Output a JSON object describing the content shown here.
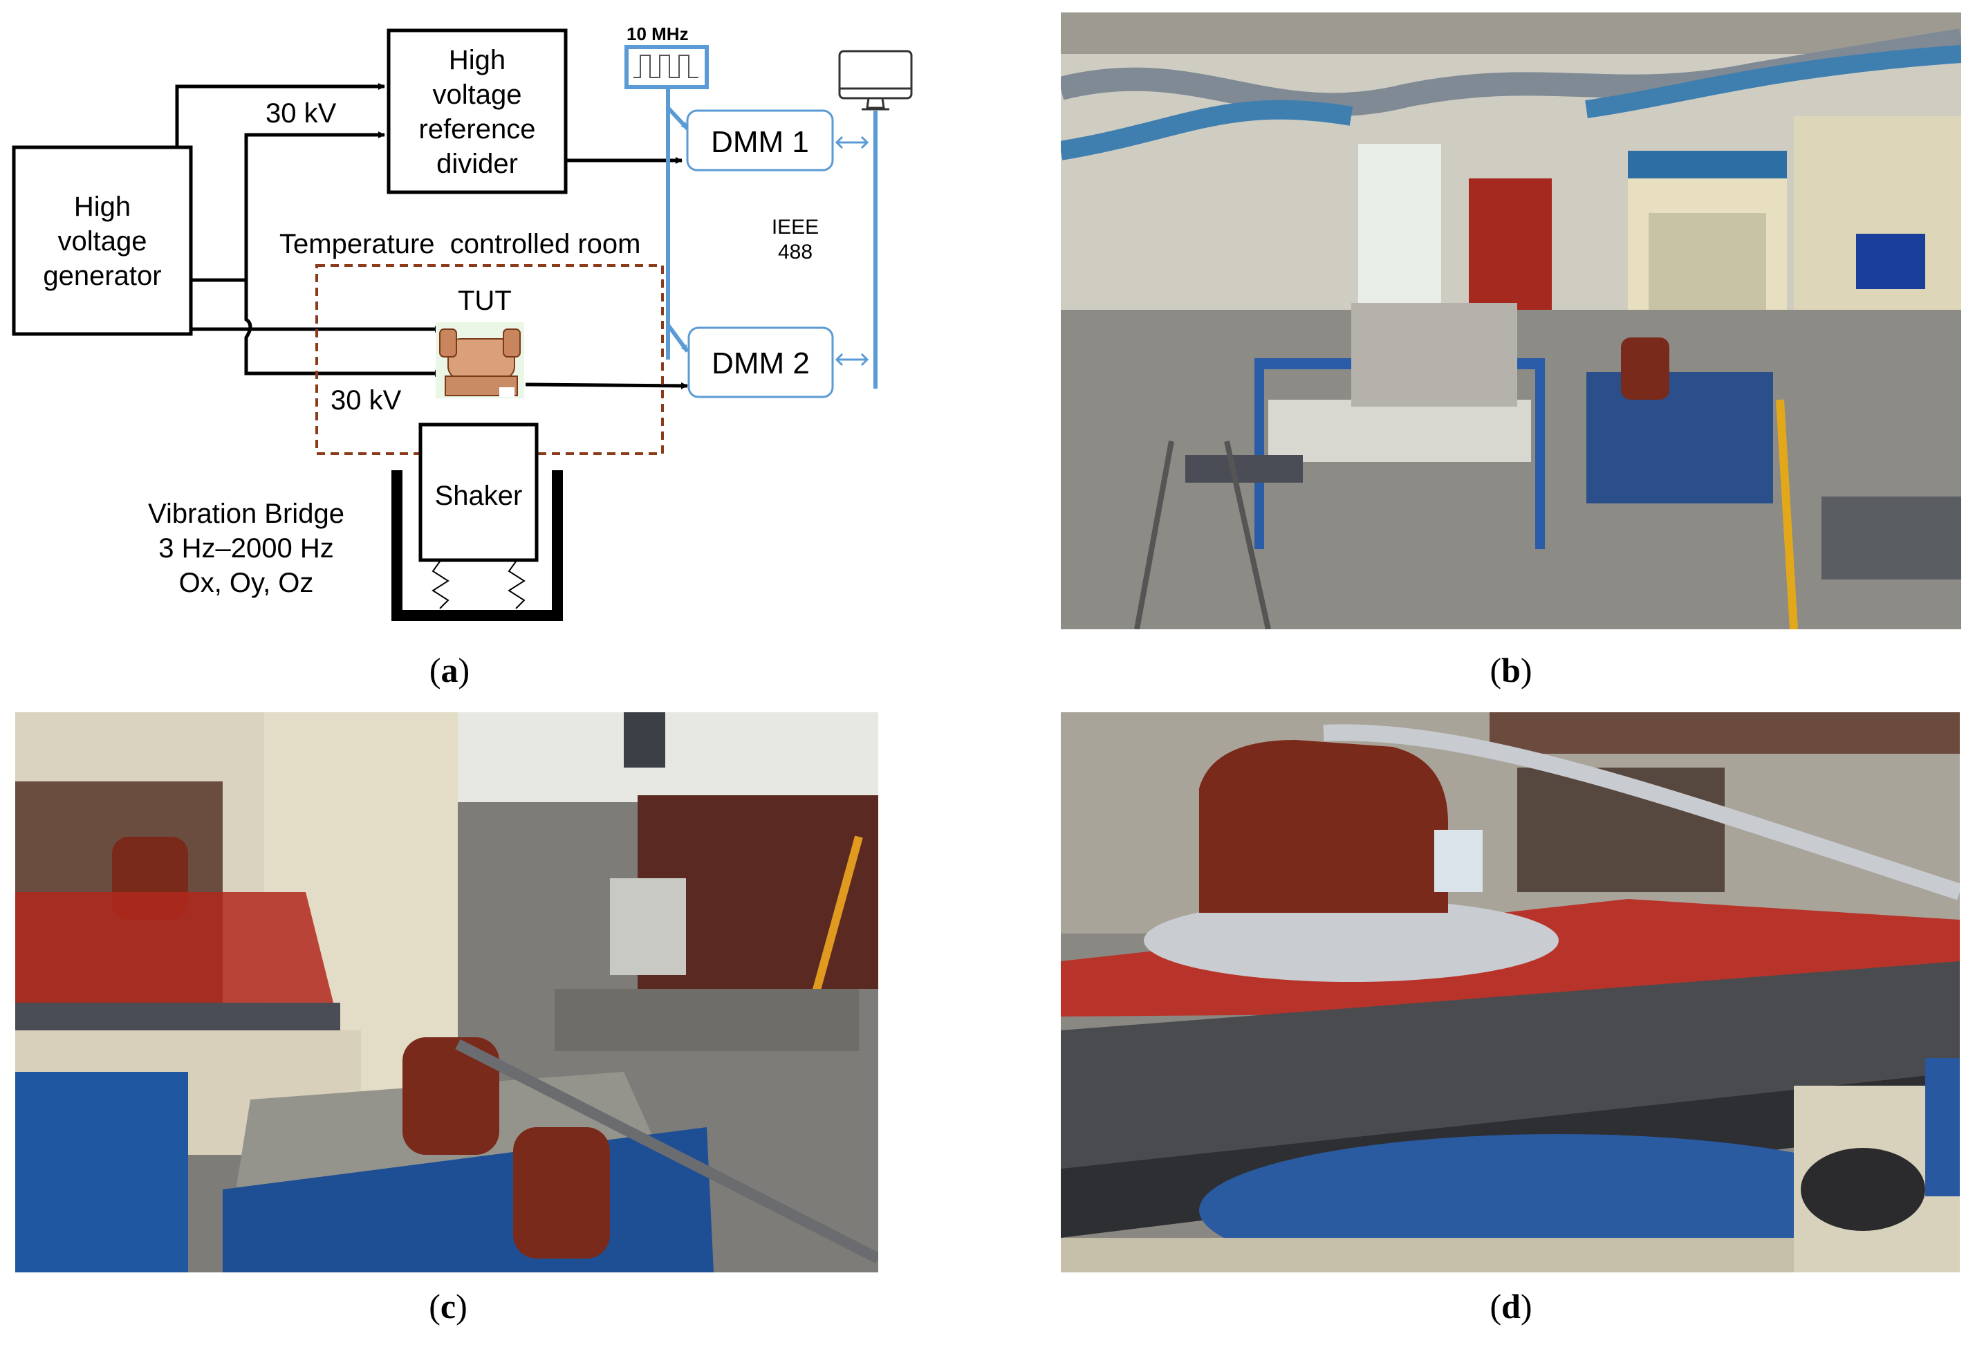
{
  "diagram": {
    "generator": [
      "High",
      "voltage",
      "generator"
    ],
    "divider": [
      "High",
      "voltage",
      "reference",
      "divider"
    ],
    "kv_top": "30 kV",
    "kv_bottom": "30 kV",
    "clock": "10 MHz",
    "dmm1": "DMM 1",
    "dmm2": "DMM 2",
    "bus": [
      "IEEE",
      "488"
    ],
    "room": "Temperature  controlled room",
    "tut": "TUT",
    "shaker": "Shaker",
    "vibration": [
      "Vibration Bridge",
      "3 Hz–2000 Hz",
      "Ox, Oy, Oz"
    ]
  },
  "captions": {
    "a": "a",
    "b": "b",
    "c": "c",
    "d": "d"
  },
  "colors": {
    "bus_blue": "#5b9bd5",
    "room_border": "#8b3a1a",
    "transformer_brown": "#7a2a1a"
  }
}
